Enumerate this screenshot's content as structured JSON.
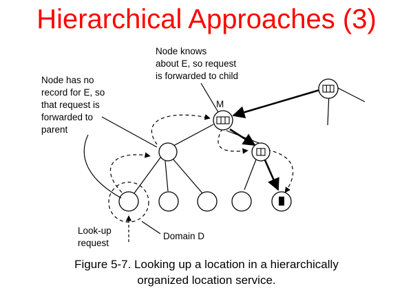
{
  "title": "Hierarchical Approaches (3)",
  "labels": {
    "node_knows": [
      "Node knows",
      "about E, so request",
      "is forwarded to child"
    ],
    "no_record": [
      "Node has no",
      "record for E, so",
      "that request is",
      "forwarded to",
      "parent"
    ],
    "m": "M",
    "lookup": [
      "Look-up",
      "request"
    ],
    "domain": "Domain D"
  },
  "caption": [
    "Figure 5-7. Looking up a location in a hierarchically",
    "organized location service."
  ],
  "colors": {
    "title": "#ff0000",
    "lines": "#000000"
  }
}
